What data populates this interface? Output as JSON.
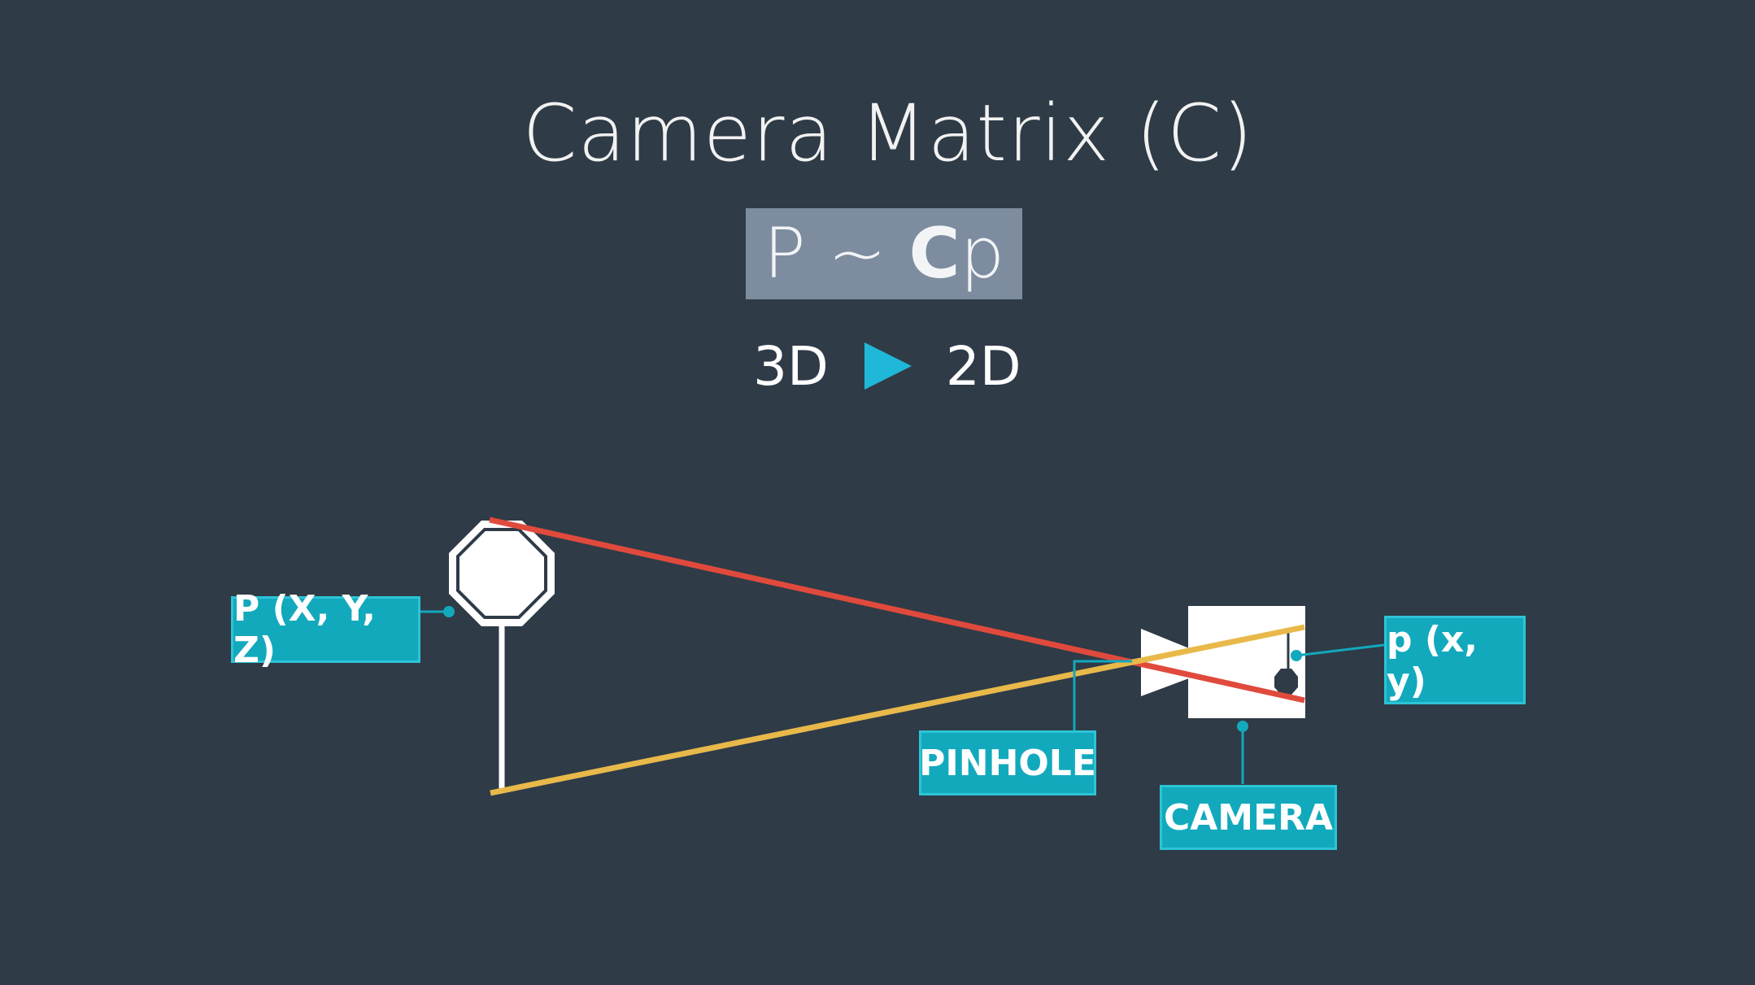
{
  "title": "Camera Matrix (C)",
  "formula": {
    "left": "P ~ ",
    "bold": "C",
    "right": "p"
  },
  "projection": {
    "from": "3D",
    "to": "2D"
  },
  "labels": {
    "world_point": "P (X, Y, Z)",
    "image_point": "p (x, y)",
    "pinhole": "PINHOLE",
    "camera": "CAMERA"
  },
  "colors": {
    "background": "#2f3b47",
    "formula_box": "#7d8d9f",
    "accent": "#12a9bd",
    "ray_top": "#e04a3c",
    "ray_bottom": "#e8b94a",
    "arrow": "#1fb8d8"
  },
  "icons": {
    "arrow": "play-triangle-icon",
    "object": "stop-sign-icon",
    "camera": "video-camera-icon"
  }
}
